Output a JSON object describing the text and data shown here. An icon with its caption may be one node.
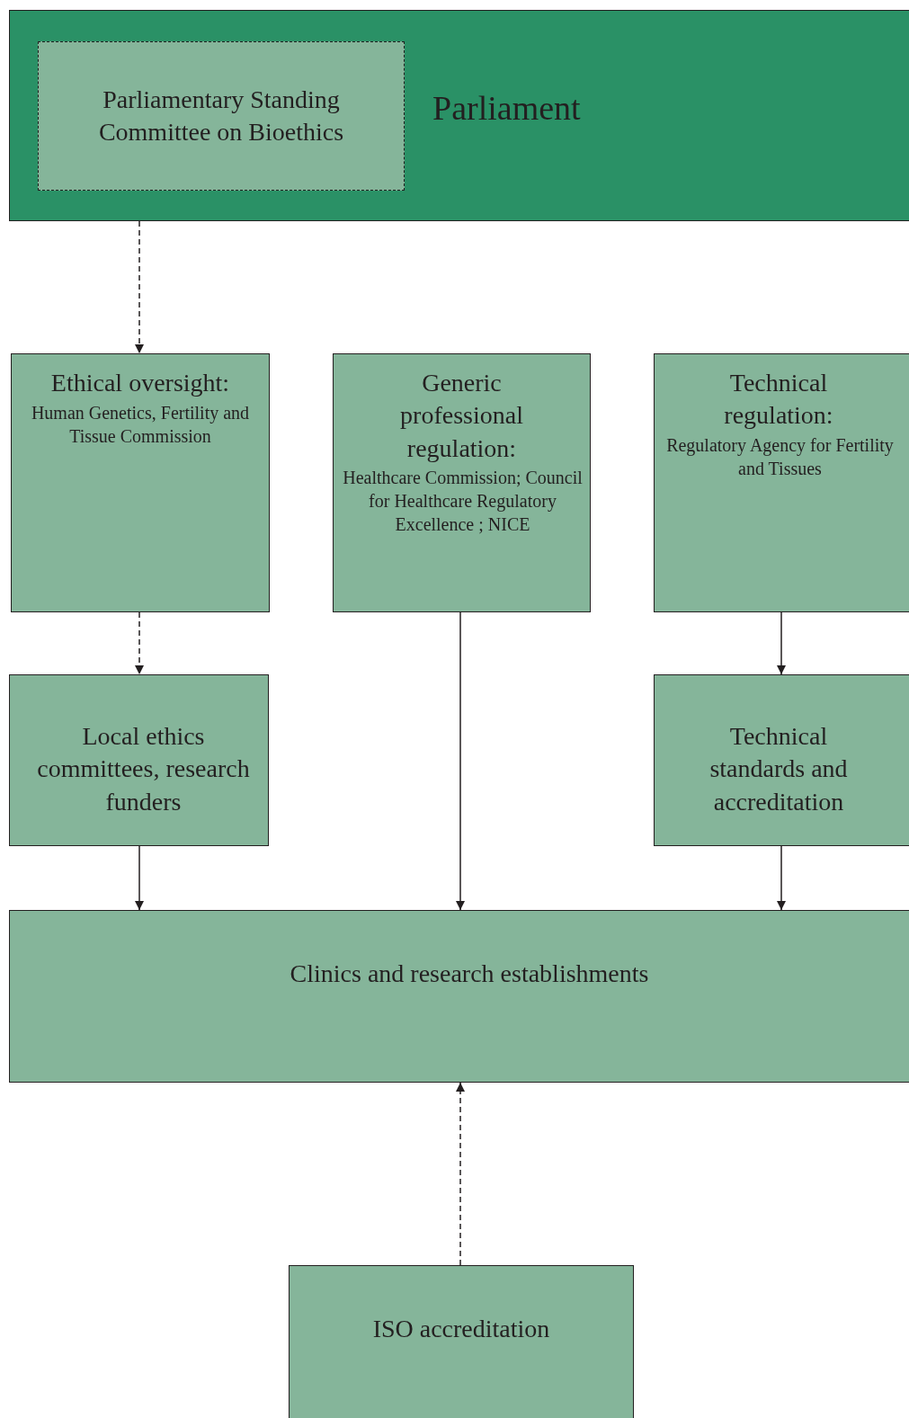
{
  "diagram": {
    "nodes": [
      {
        "text": [
          "Parliament"
        ]
      },
      {
        "text": [
          "Parliamentary Standing Committee on Bioethics"
        ],
        "in": 0
      },
      {
        "text": [
          "Ethical oversight:",
          "Human Genetics, Fertility and Tissue Commission"
        ]
      },
      {
        "text": [
          "Generic professional regulation:",
          "Healthcare Commission; Council for Healthcare Regulatory Excellence ; NICE"
        ]
      },
      {
        "text": [
          "Technical regulation:",
          "Regulatory Agency for Fertility and Tissues"
        ]
      },
      {
        "text": [
          "Local ethics committees, research funders"
        ]
      },
      {
        "text": [
          "Technical standards and accreditation"
        ]
      },
      {
        "text": [
          "Clinics and research establishments"
        ]
      },
      {
        "text": [
          "ISO accreditation"
        ]
      }
    ],
    "edges": [
      {
        "from": 0,
        "to": 2,
        "arrow": "to",
        "style": "dashed"
      },
      {
        "from": 2,
        "to": 5,
        "arrow": "to",
        "style": "dashed"
      },
      {
        "from": 3,
        "to": 7,
        "arrow": "to"
      },
      {
        "from": 4,
        "to": 6,
        "arrow": "to"
      },
      {
        "from": 5,
        "to": 7,
        "arrow": "to"
      },
      {
        "from": 6,
        "to": 7,
        "arrow": "to"
      },
      {
        "from": 8,
        "to": 7,
        "arrow": "to",
        "style": "dashed"
      }
    ]
  }
}
